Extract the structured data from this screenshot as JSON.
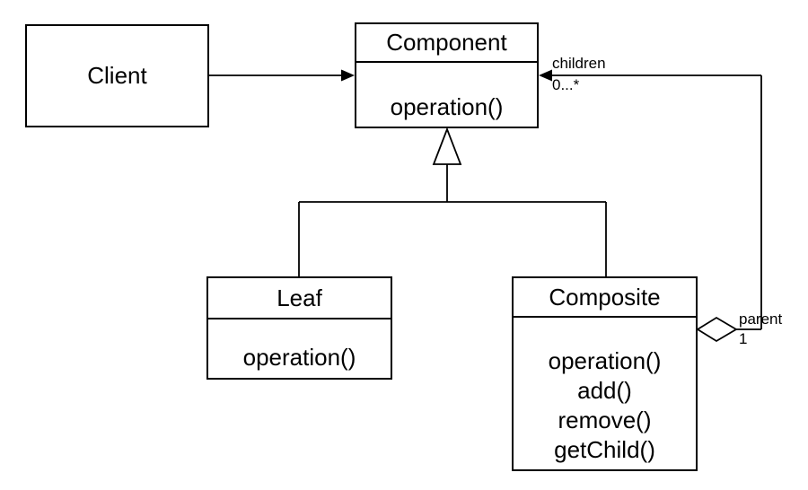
{
  "diagram": {
    "classes": {
      "client": {
        "name": "Client",
        "methods": []
      },
      "component": {
        "name": "Component",
        "methods": [
          "operation()"
        ]
      },
      "leaf": {
        "name": "Leaf",
        "methods": [
          "operation()"
        ]
      },
      "composite": {
        "name": "Composite",
        "methods": [
          "operation()",
          "add()",
          "remove()",
          "getChild()"
        ]
      }
    },
    "edge_labels": {
      "children_role": "children",
      "children_multiplicity": "0...*",
      "parent_role": "parent",
      "parent_multiplicity": "1"
    },
    "colors": {
      "line": "#000000",
      "fill": "#ffffff"
    }
  }
}
